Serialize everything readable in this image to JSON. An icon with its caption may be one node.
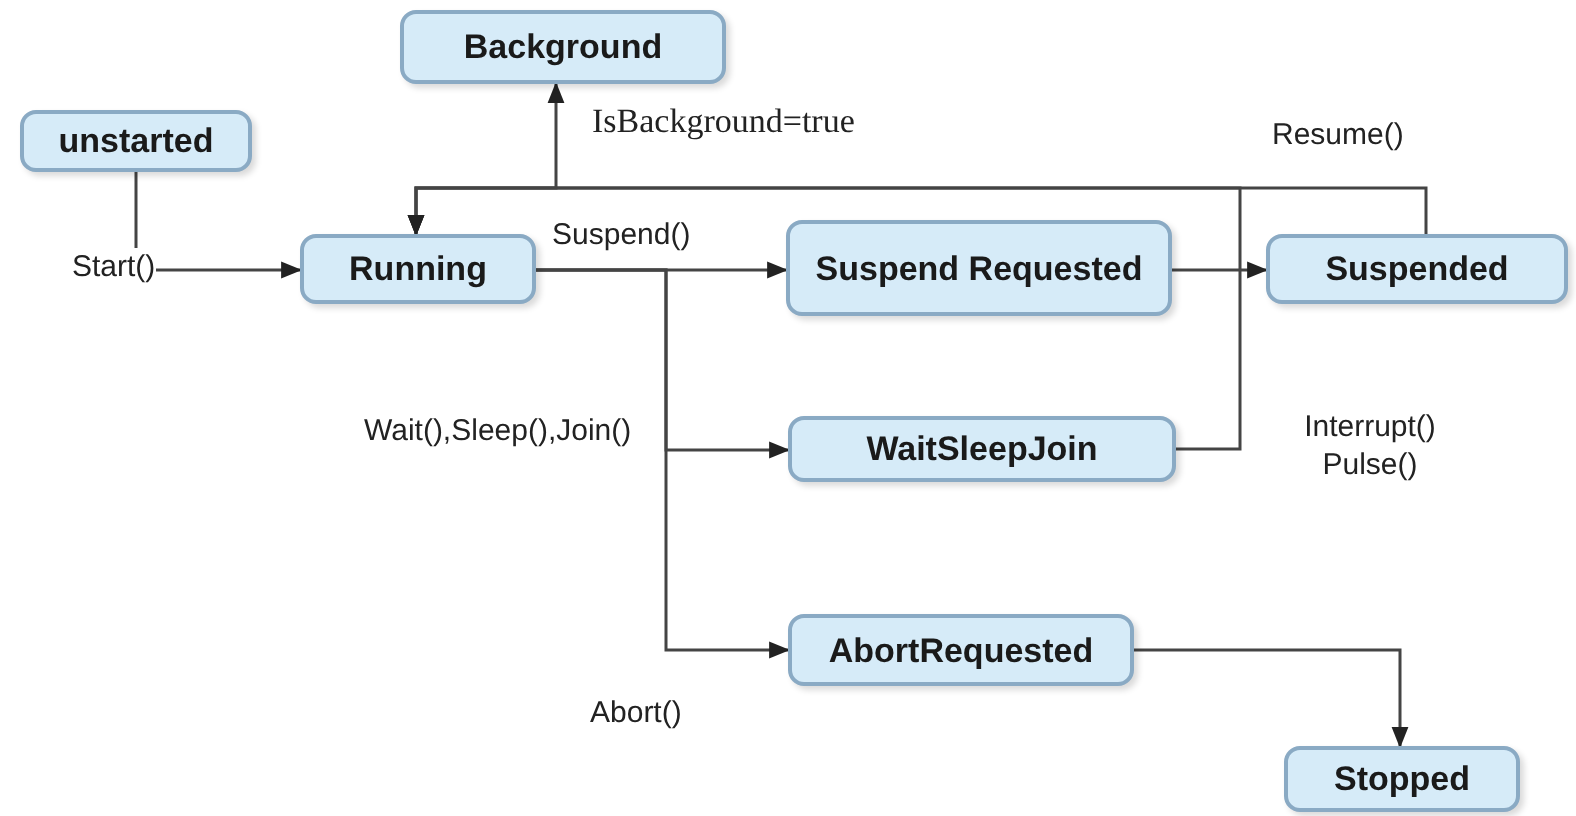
{
  "diagram": {
    "nodes": [
      {
        "text": [
          "Background"
        ]
      },
      {
        "text": [
          "unstarted"
        ]
      },
      {
        "text": [
          "Running"
        ]
      },
      {
        "text": [
          "Suspend Requested"
        ]
      },
      {
        "text": [
          "Suspended"
        ]
      },
      {
        "text": [
          "WaitSleepJoin"
        ]
      },
      {
        "text": [
          "AbortRequested"
        ]
      },
      {
        "text": [
          "Stopped"
        ]
      }
    ],
    "edges": [
      {
        "from": 0,
        "to": 2,
        "arrow": "both",
        "label": "IsBackground=true"
      },
      {
        "from": 1,
        "to": 2,
        "arrow": "to",
        "label": "Start()"
      },
      {
        "from": 2,
        "to": 3,
        "arrow": "to",
        "label": "Suspend()"
      },
      {
        "from": 2,
        "to": 5,
        "arrow": "to",
        "label": "Wait(),Sleep(),Join()"
      },
      {
        "from": 2,
        "to": 6,
        "arrow": "to",
        "label": "Abort()"
      },
      {
        "from": 3,
        "to": 4,
        "arrow": "to"
      },
      {
        "from": 4,
        "to": 2,
        "arrow": "to",
        "label": "Resume()"
      },
      {
        "from": 5,
        "to": 2,
        "arrow": "to",
        "label": "Interrupt() Pulse()"
      },
      {
        "from": 6,
        "to": 7,
        "arrow": "to"
      }
    ]
  }
}
